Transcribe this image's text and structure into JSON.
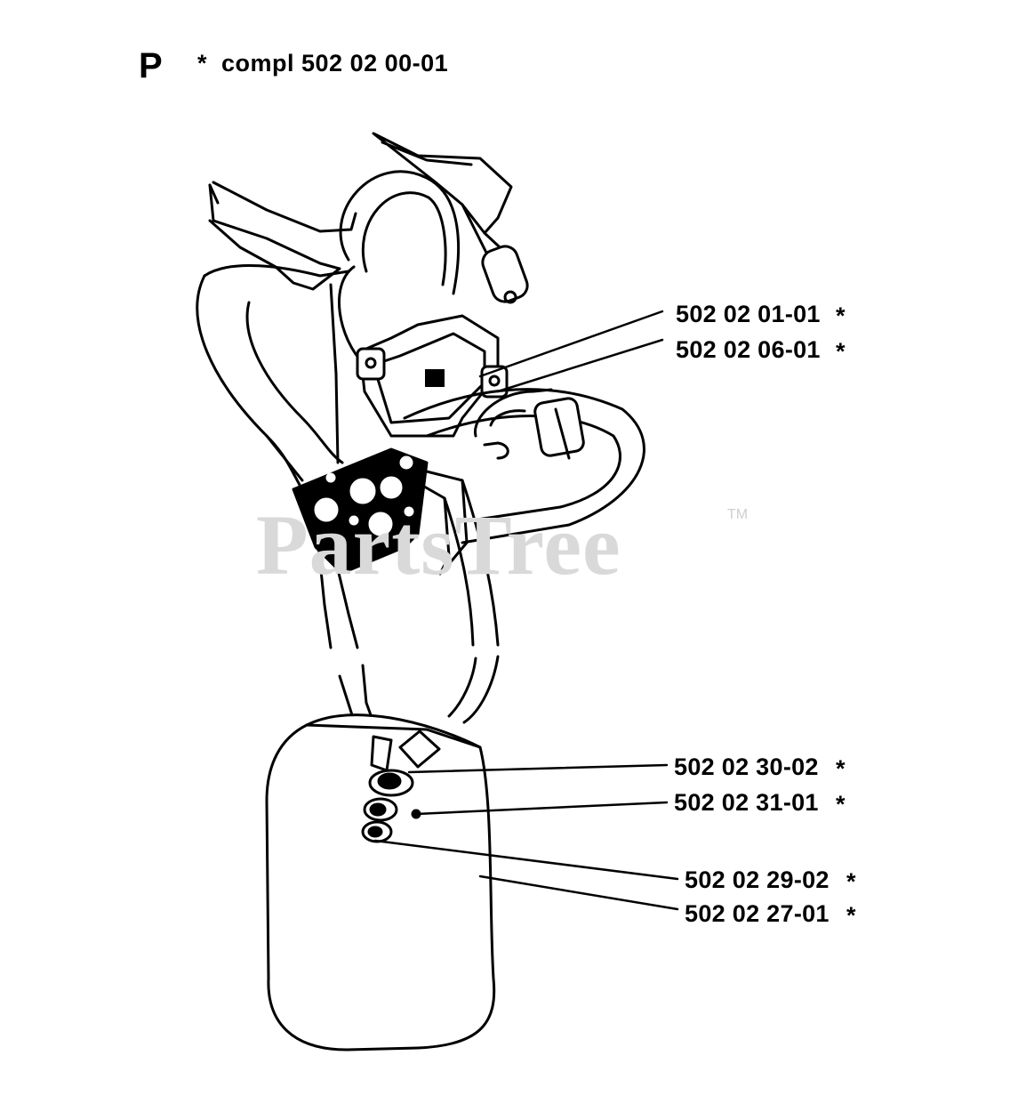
{
  "header": {
    "section_letter": "P",
    "compl_label": "*  compl 502 02 00-01"
  },
  "parts": [
    {
      "number": "502 02 01-01",
      "mark": "*"
    },
    {
      "number": "502 02 06-01",
      "mark": "*"
    },
    {
      "number": "502 02 30-02",
      "mark": "*"
    },
    {
      "number": "502 02 31-01",
      "mark": "*"
    },
    {
      "number": "502 02 29-02",
      "mark": "*"
    },
    {
      "number": "502 02 27-01",
      "mark": "*"
    }
  ],
  "watermark": {
    "text": "PartsTree",
    "tm": "TM"
  },
  "colors": {
    "ink": "#000000",
    "watermark": "#d9d9d9",
    "background": "#ffffff"
  }
}
